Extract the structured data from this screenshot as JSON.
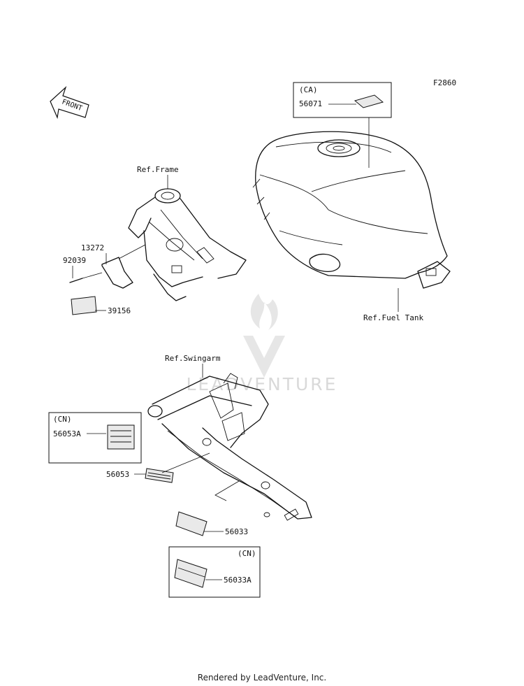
{
  "figure_code": "F2860",
  "front_label": "FRONT",
  "watermark": "LEADVENTURE",
  "refs": {
    "frame": "Ref.Frame",
    "fuel_tank": "Ref.Fuel Tank",
    "swingarm": "Ref.Swingarm"
  },
  "boxes": {
    "ca": {
      "tag": "(CA)",
      "part": "56071"
    },
    "cn_a": {
      "tag": "(CN)",
      "part": "56053A"
    },
    "cn_b": {
      "tag": "(CN)",
      "part": "56033A"
    }
  },
  "parts": {
    "bracket": "13272",
    "bolt": "92039",
    "pad": "39156",
    "swingarm_decal": "56053",
    "swingarm_label": "56033"
  },
  "footer": "Rendered by LeadVenture, Inc."
}
